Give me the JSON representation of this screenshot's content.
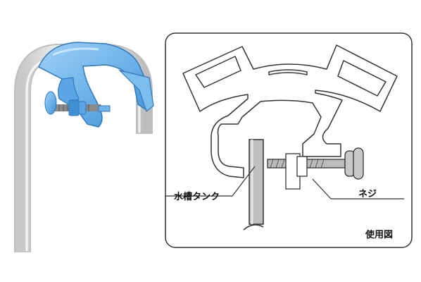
{
  "labels": {
    "tank": "水槽タンク",
    "screw": "ネジ",
    "title": "使用図"
  },
  "colors": {
    "clamp_blue": "#6fb4ea",
    "clamp_blue_dark": "#3f8fd3",
    "tube_gray": "#d6d6d6",
    "line": "#333333"
  },
  "icons": {
    "photo": "tube-holder-clamp-photo",
    "diagram": "usage-diagram"
  }
}
